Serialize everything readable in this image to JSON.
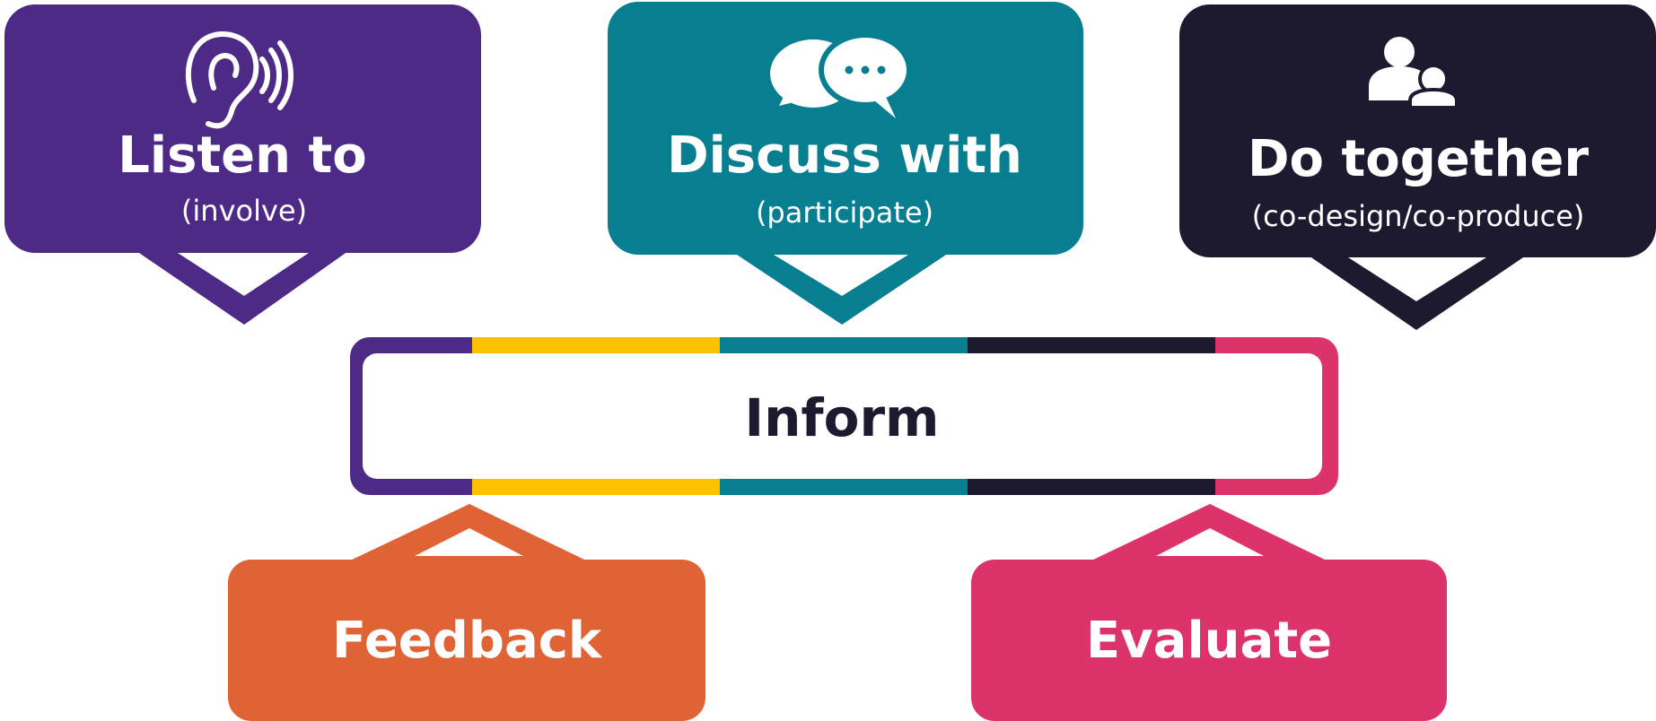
{
  "colors": {
    "purple": "#4c2a85",
    "teal": "#077f90",
    "navy": "#1d1a30",
    "orange": "#e06335",
    "pink": "#dc336b",
    "yellow": "#fcc100",
    "white": "#ffffff"
  },
  "boxes": {
    "listen": {
      "title": "Listen to",
      "subtitle": "(involve)",
      "icon": "ear-sound-icon"
    },
    "discuss": {
      "title": "Discuss with",
      "subtitle": "(participate)",
      "icon": "speech-bubbles-icon"
    },
    "together": {
      "title": "Do together",
      "subtitle": "(co-design/co-produce)",
      "icon": "people-icon"
    },
    "feedback": {
      "title": "Feedback"
    },
    "evaluate": {
      "title": "Evaluate"
    }
  },
  "center": {
    "label": "Inform",
    "border_colors": [
      "#4c2a85",
      "#fcc100",
      "#077f90",
      "#1d1a30",
      "#dc336b"
    ]
  }
}
